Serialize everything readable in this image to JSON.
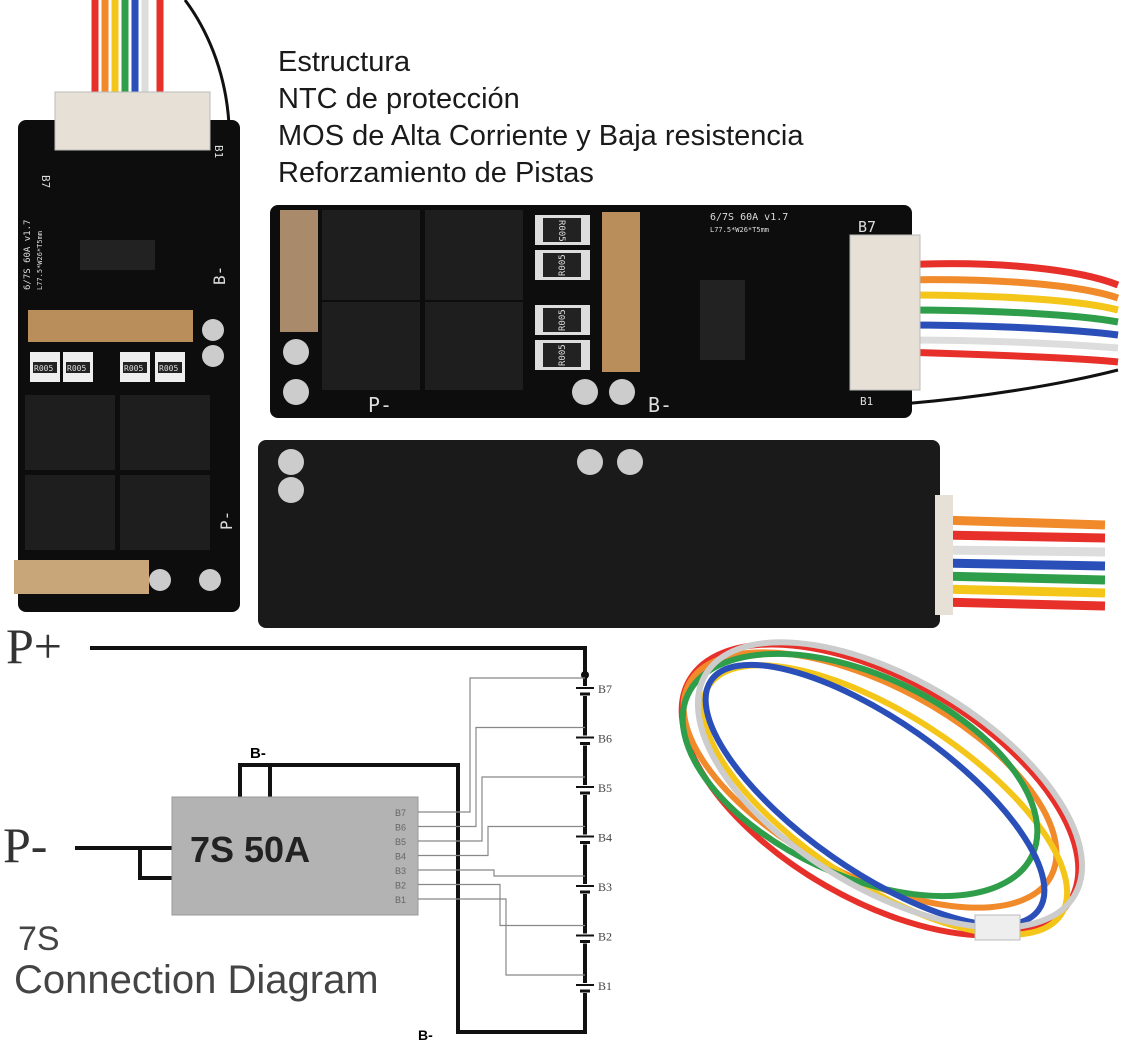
{
  "features": [
    "Estructura",
    "NTC de protección",
    "MOS de Alta Corriente y Baja resistencia",
    "Reforzamiento de Pistas"
  ],
  "board": {
    "model": "6/7S 60A v1.7",
    "dims": "L77.5*W26*T5mm",
    "left_model": "6/7S 60A v1.7",
    "left_dims": "L77.5*W26*T5mm",
    "b7": "B7",
    "b1": "B1",
    "p_minus": "P-",
    "b_minus": "B-",
    "resistor": "R005"
  },
  "diagram": {
    "p_plus": "P+",
    "p_minus": "P-",
    "chip_label": "7S 50A",
    "b_minus_top": "B-",
    "b_minus_bottom": "B-",
    "pins": [
      "B7",
      "B6",
      "B5",
      "B4",
      "B3",
      "B2",
      "B1"
    ],
    "cells": [
      "B7",
      "B6",
      "B5",
      "B4",
      "B3",
      "B2",
      "B1"
    ],
    "title_line1": "7S",
    "title_line2": "Connection Diagram"
  },
  "colors": {
    "pcb": "#0d0d0d",
    "pad": "#b98e5a",
    "wire_red": "#e8302a",
    "wire_orange": "#f08a2a",
    "wire_yellow": "#f4c61a",
    "wire_green": "#2f9e4a",
    "wire_blue": "#2a4fb8",
    "chip": "#b3b3b3"
  }
}
